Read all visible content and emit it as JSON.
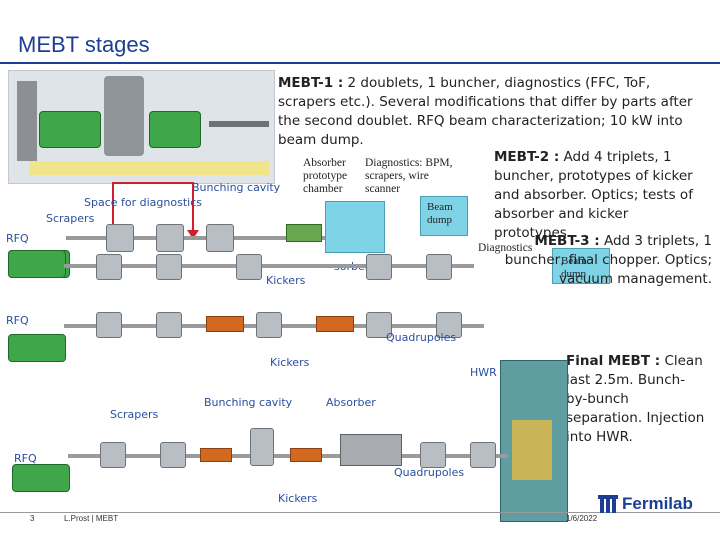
{
  "slide": {
    "title": "MEBT stages",
    "footer_page": "3",
    "footer_author": "L.Prost | MEBT",
    "footer_date": "1/6/2022",
    "logo_text": "Fermilab"
  },
  "mebt1": {
    "heading": "MEBT-1 :",
    "text": " 2 doublets, 1 buncher, diagnostics (FFC, ToF, scrapers etc.). Several modifications that differ by parts after the second doublet. RFQ beam characterization; 10 kW into beam dump."
  },
  "mebt2": {
    "heading": "MEBT-2 :",
    "text": " Add 4 triplets, 1 buncher, prototypes of kicker and absorber. Optics; tests of absorber and kicker prototypes."
  },
  "mebt3": {
    "heading": "MEBT-3 :",
    "text": " Add 3 triplets, 1 buncher, final chopper. Optics; vacuum management."
  },
  "final_mebt": {
    "heading": "Final MEBT :",
    "text": " Clean last 2.5m. Bunch-by-bunch separation. Injection into HWR."
  },
  "labels": {
    "bunching_cavity_top": "Bunching cavity",
    "space_for_diagnostics": "Space for diagnostics",
    "scrapers_top": "Scrapers",
    "rfq_1": "RFQ",
    "absorber_prototype": "Absorber prototype chamber",
    "diagnostics_bpm": "Diagnostics: BPM, scrapers, wire scanner",
    "beam_dump_1": "Beam dump",
    "sorber": "sorber",
    "diagnostics_2": "Diagnostics",
    "beam_dump_2": "Beam dump",
    "kickers_1": "Kickers",
    "rfq_2": "RFQ",
    "quadrupoles_1": "Quadrupoles",
    "kickers_2": "Kickers",
    "hwr": "HWR",
    "bunching_cavity_bottom": "Bunching cavity",
    "absorber": "Absorber",
    "scrapers_bottom": "Scrapers",
    "rfq_3": "RFQ",
    "quadrupoles_2": "Quadrupoles",
    "kickers_3": "Kickers"
  },
  "colors": {
    "title_blue": "#1c3f94",
    "label_blue": "#2a4fa0",
    "arrow_red": "#d0202a",
    "beam_dump_cyan": "#7fd3e6"
  }
}
